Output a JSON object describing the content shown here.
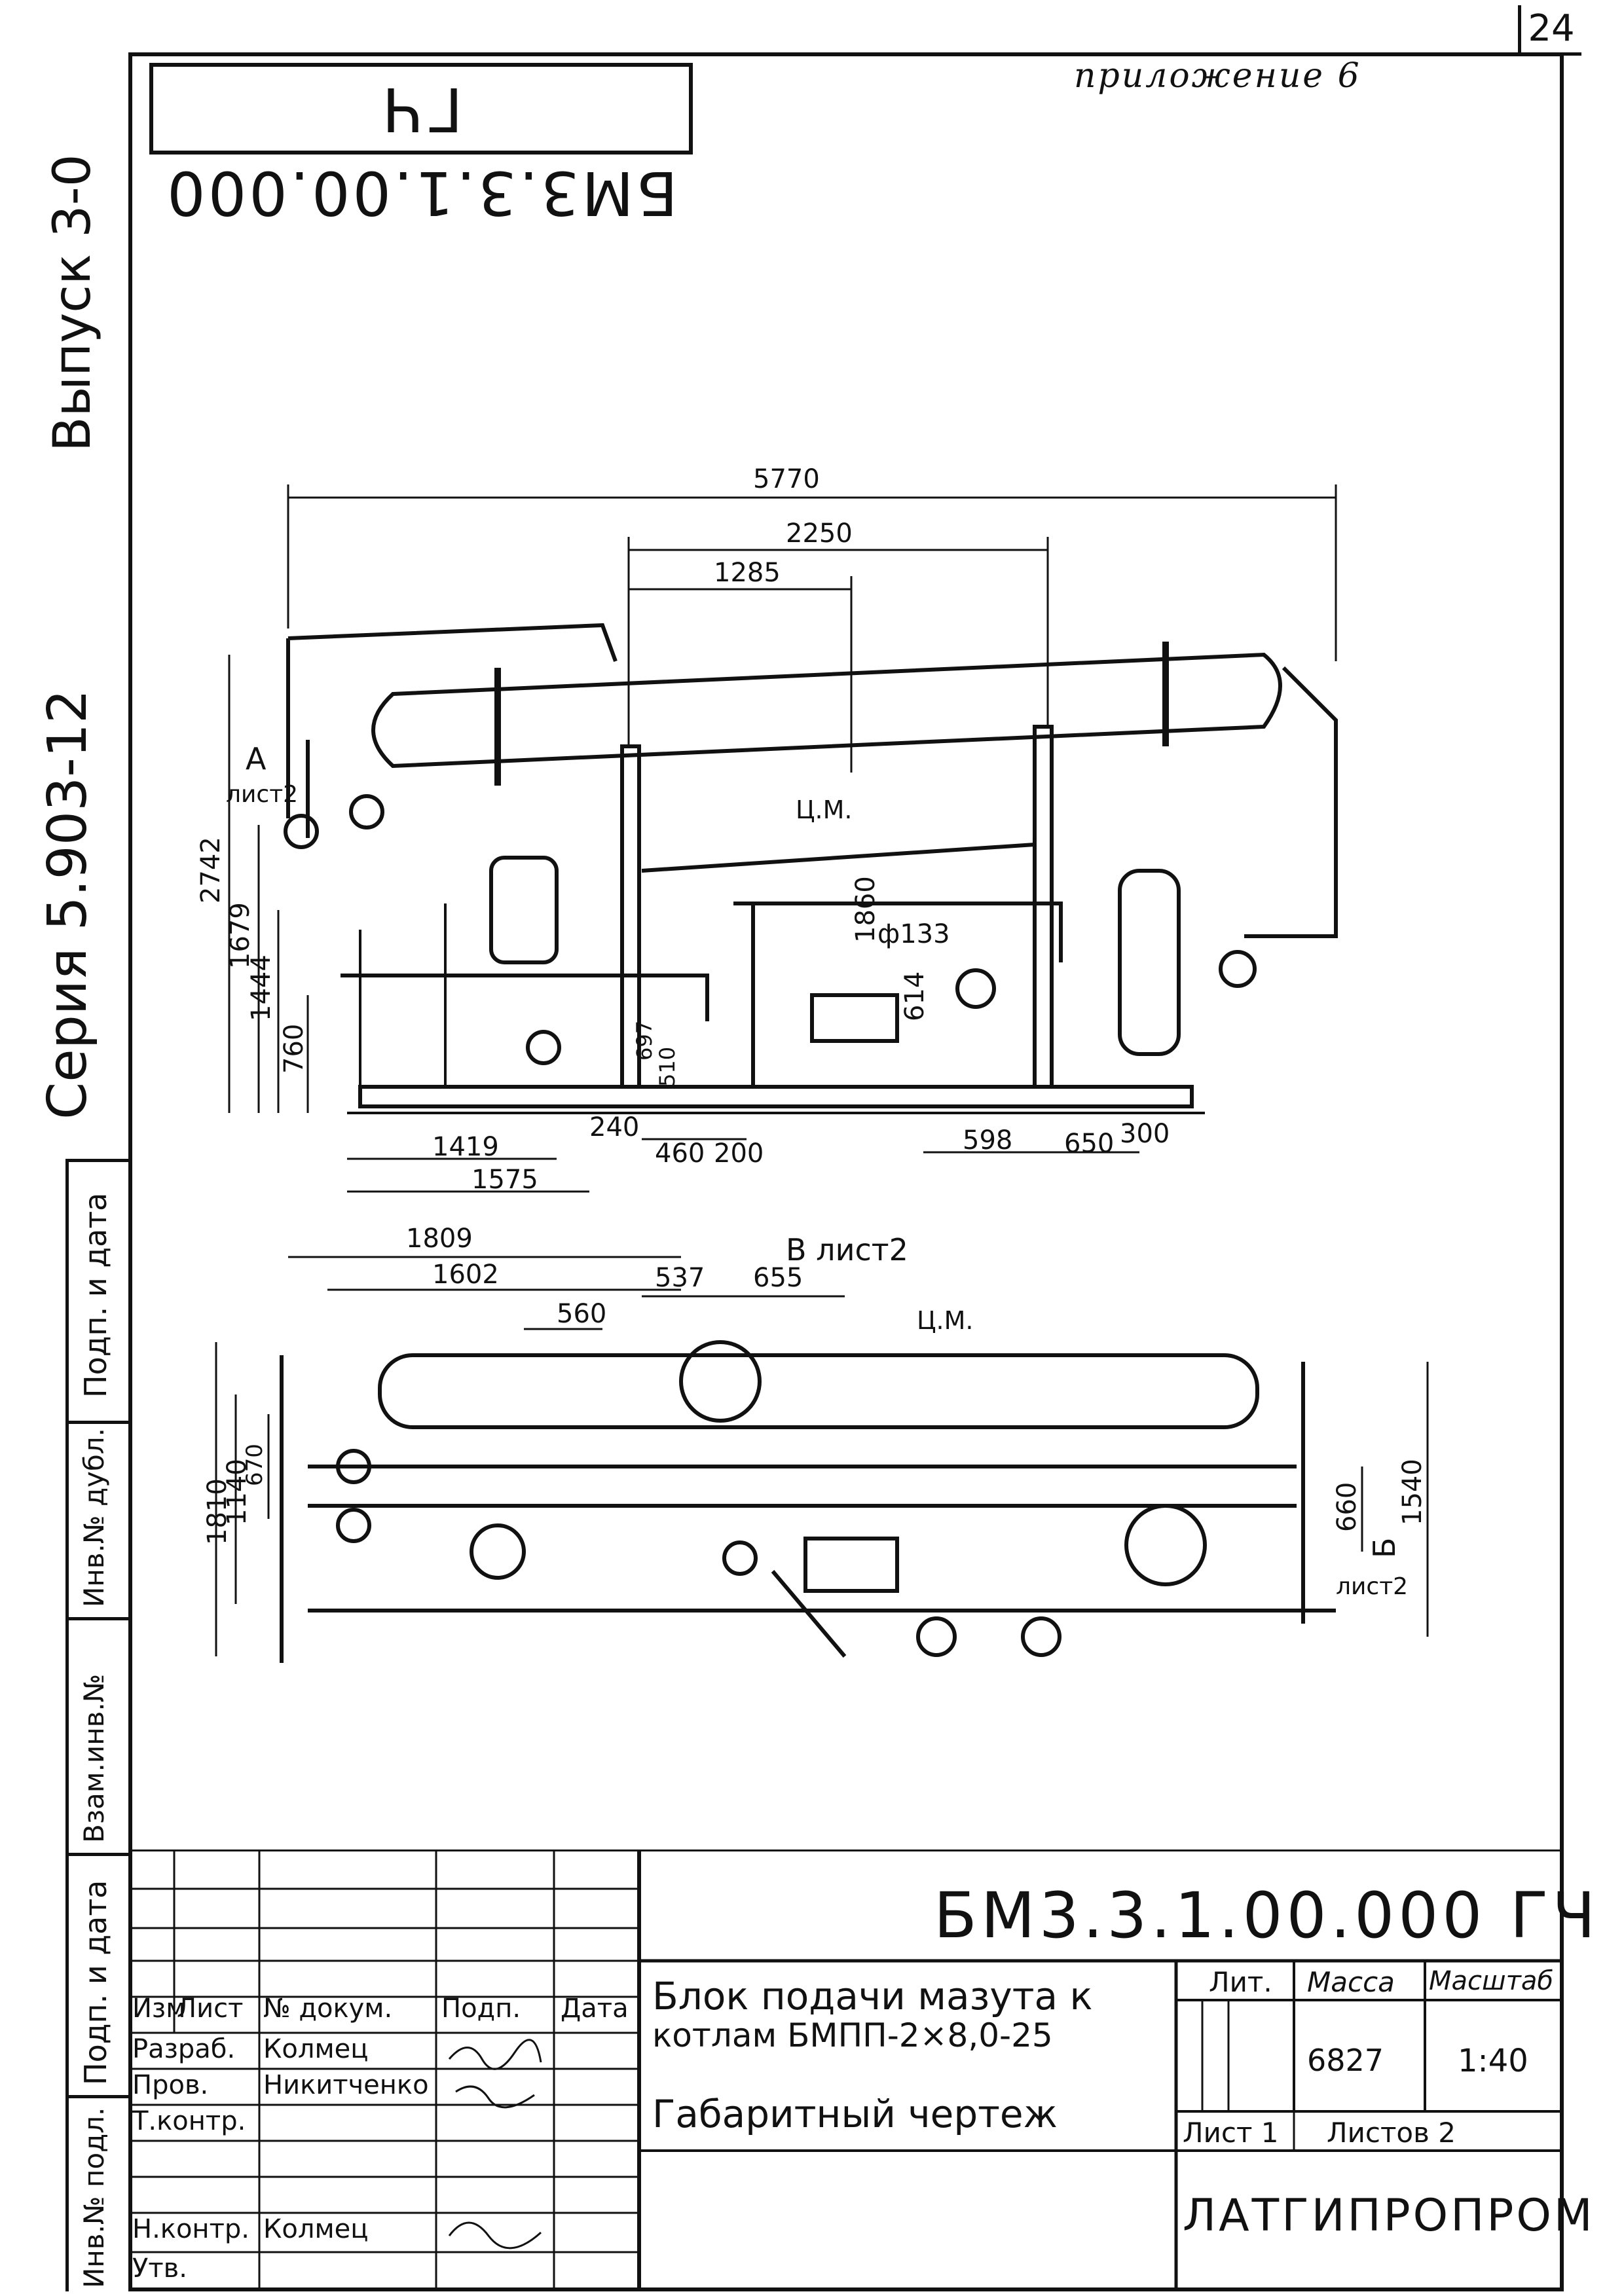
{
  "sheet": {
    "sheet_number": "24",
    "appendix_label": "приложение 6",
    "code_rotated": "БМ3.3.1.00.000 ГЧ",
    "issue_label": "Выпуск 3-0",
    "series_label": "Серия 5.903-12"
  },
  "side_strip": [
    "Подп. и дата",
    "Инв.№ дубл.",
    "Взам.инв.№",
    "Подп. и дата",
    "Инв.№ подл."
  ],
  "drawing": {
    "front_view": {
      "dims": [
        "5770",
        "2250",
        "1285",
        "2742",
        "1679",
        "1444",
        "760",
        "1860",
        "ф133",
        "614",
        "697",
        "510",
        "1419",
        "1575",
        "240",
        "460",
        "200",
        "598",
        "650",
        "300"
      ],
      "labels": [
        "Ц.М.",
        "А",
        "лист2"
      ]
    },
    "plan_view": {
      "dims": [
        "1809",
        "1602",
        "560",
        "537",
        "655",
        "1810",
        "1140",
        "670",
        "660",
        "1540"
      ],
      "labels": [
        "Ц.М.",
        "Б",
        "лист2",
        "В лист2"
      ]
    }
  },
  "title_block": {
    "designation": "БМ3.3.1.00.000 ГЧ",
    "header_cols": [
      "Изм",
      "Лист",
      "№ докум.",
      "Подп.",
      "Дата"
    ],
    "roles": [
      {
        "role": "Разраб.",
        "name": "Колмец"
      },
      {
        "role": "Пров.",
        "name": "Никитченко"
      },
      {
        "role": "Т.контр.",
        "name": ""
      },
      {
        "role": "",
        "name": ""
      },
      {
        "role": "Н.контр.",
        "name": "Колмец"
      },
      {
        "role": "Утв.",
        "name": ""
      }
    ],
    "title_line1": "Блок подачи мазута к",
    "title_line2": "котлам БМПП-2×8,0-25",
    "subtitle": "Габаритный чертеж",
    "lit_label": "Лит.",
    "mass_label": "Масса",
    "scale_label": "Масштаб",
    "mass_value": "6827",
    "scale_value": "1:40",
    "sheet_label": "Лист 1",
    "sheets_label": "Листов 2",
    "organization": "ЛАТГИПРОПРОМ"
  }
}
